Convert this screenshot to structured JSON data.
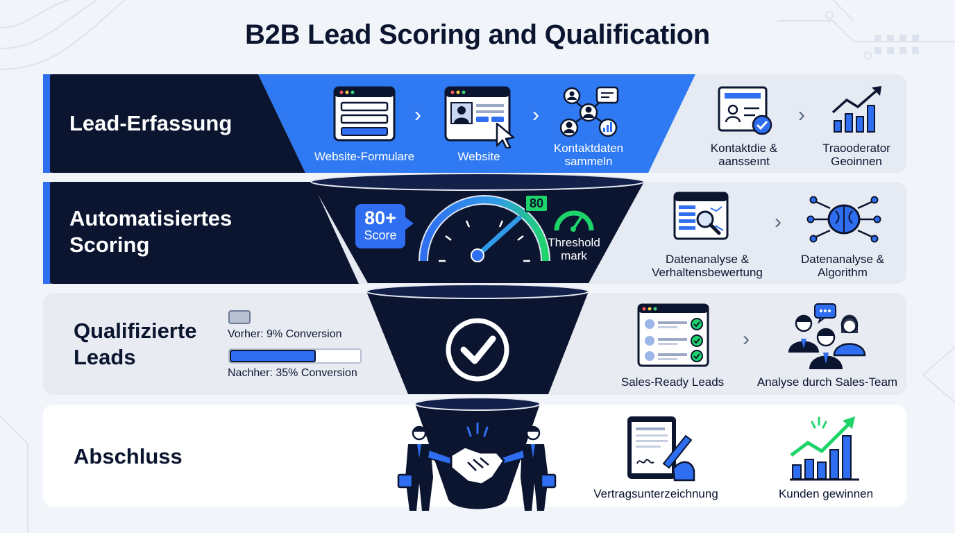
{
  "title": "B2B Lead Scoring and Qualification",
  "colors": {
    "navy": "#0b1530",
    "blue": "#2f6ef0",
    "green": "#1fd36b",
    "panel": "#e6eaf2"
  },
  "rows": {
    "capture": {
      "label": "Lead-Erfassung",
      "steps": [
        {
          "label": "Website-Formulare",
          "icon": "web-form-icon"
        },
        {
          "label": "Website",
          "icon": "website-cursor-icon"
        },
        {
          "label": "Kontaktdaten\nsammeln",
          "icon": "contact-network-icon"
        }
      ],
      "right": [
        {
          "label": "Kontaktdie &\naansseınt",
          "icon": "contact-card-check-icon"
        },
        {
          "label": "Traooderator\nGeoinnen",
          "icon": "growth-chart-icon"
        }
      ]
    },
    "scoring": {
      "label": "Automatisiertes\nScoring",
      "badge_value": "80+",
      "badge_label": "Score",
      "gauge_value": "80",
      "threshold_label": "Threshold\nmark",
      "right": [
        {
          "label": "Datenanalyse &\nVerhaltensbewertung",
          "icon": "data-analysis-icon"
        },
        {
          "label": "Datenanalyse &\nAlgorithm",
          "icon": "ai-brain-icon"
        }
      ]
    },
    "qualified": {
      "label": "Qualifizierte\nLeads",
      "before_text": "Vorher: 9% Conversion",
      "after_text": "Nachher: 35% Conversion",
      "before_value": 9,
      "after_value": 35,
      "right": [
        {
          "label": "Sales-Ready Leads",
          "icon": "lead-checklist-icon"
        },
        {
          "label": "Analyse durch Sales-Team",
          "icon": "sales-team-icon"
        }
      ]
    },
    "closing": {
      "label": "Abschluss",
      "right": [
        {
          "label": "Vertragsunterzeichnung",
          "icon": "contract-sign-icon"
        },
        {
          "label": "Kunden gewinnen",
          "icon": "customer-growth-icon"
        }
      ]
    }
  }
}
